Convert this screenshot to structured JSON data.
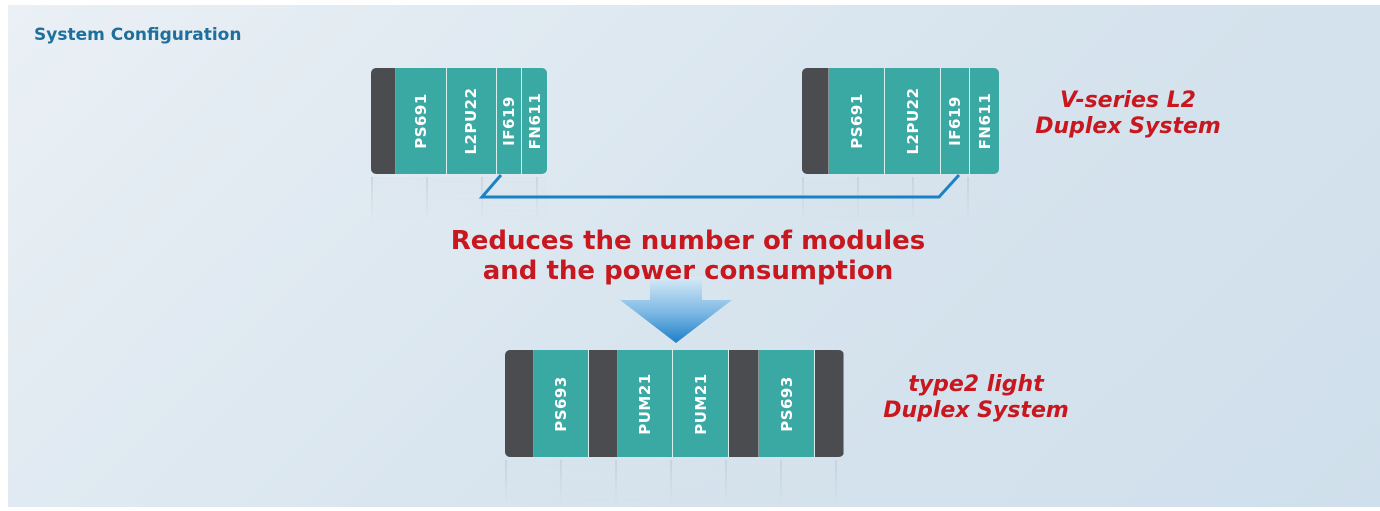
{
  "title": "System Configuration",
  "racks": {
    "v_left": [
      "",
      "PS691",
      "L2PU22",
      "IF619",
      "FN611"
    ],
    "v_right": [
      "",
      "PS691",
      "L2PU22",
      "IF619",
      "FN611"
    ],
    "type2": [
      "",
      "PS693",
      "",
      "PUM21",
      "PUM21",
      "",
      "PS693",
      ""
    ]
  },
  "v_system": {
    "line1": "V-series L2",
    "line2": "Duplex System"
  },
  "caption": {
    "line1": "Reduces the number of modules",
    "line2": "and the power consumption"
  },
  "type2_system": {
    "line1": "type2 light",
    "line2": "Duplex System"
  },
  "colors": {
    "module": "#3aa8a3",
    "module_dark": "#4a4c4f",
    "accent_red": "#c8171e",
    "title_blue": "#1e6f9b",
    "link_line": "#1a82c4"
  }
}
